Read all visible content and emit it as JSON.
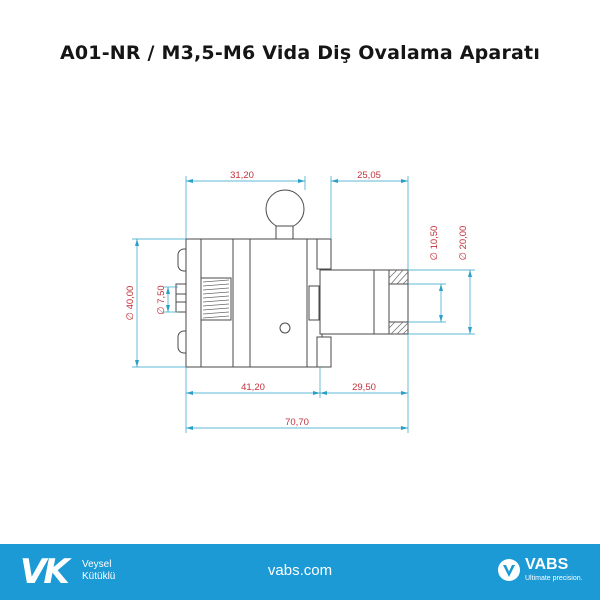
{
  "title": "A01-NR / M3,5-M6 Vida Diş Ovalama Aparatı",
  "dimensions": {
    "top_left_length": "31,20",
    "top_right_length": "25,05",
    "bore_diameter": "∅ 10,50",
    "outer_diameter": "∅ 20,00",
    "body_diameter": "∅ 40,00",
    "inner_diameter": "∅ 7,50",
    "body_length": "41,20",
    "shank_length": "29,50",
    "total_length": "70,70"
  },
  "footer": {
    "brand_mark": "VK",
    "brand_line1": "Veysel",
    "brand_line2": "Kütüklü",
    "website": "vabs.com",
    "vabs_name": "VABS",
    "vabs_tagline": "Ultimate precision."
  },
  "colors": {
    "footer_bg": "#1c9ad6",
    "dimension_line": "#2aa0c8",
    "dimension_text": "#c0323a",
    "outline": "#4a4a4a"
  }
}
